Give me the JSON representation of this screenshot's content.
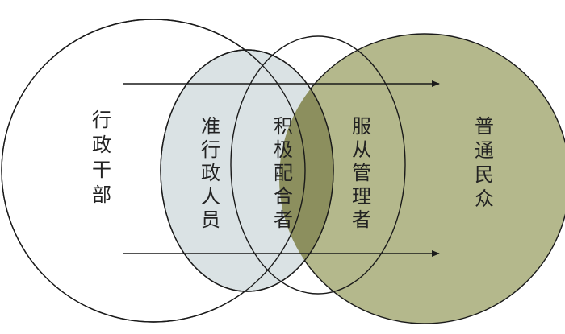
{
  "diagram": {
    "colors": {
      "background": "#ffffff",
      "outline": "#1a1a1a",
      "left_circle_fill": "#ffffff",
      "right_circle_fill": "#b4b88c",
      "mid_ellipse_fill": "#dae2e4",
      "overlap_fill": "#8c8f5e",
      "arrow": "#1a1a1a"
    },
    "groups": [
      {
        "id": "group-admin-cadres",
        "text": "行政干部"
      },
      {
        "id": "group-quasi-admin",
        "text": "准行政人员"
      },
      {
        "id": "group-active-cooperators",
        "text": "积极配合者"
      },
      {
        "id": "group-obedient-managed",
        "text": "服从管理者"
      },
      {
        "id": "group-general-public",
        "text": "普通民众"
      }
    ],
    "arrows": [
      {
        "id": "top-arrow",
        "direction": "right"
      },
      {
        "id": "bottom-arrow",
        "direction": "right"
      }
    ]
  }
}
